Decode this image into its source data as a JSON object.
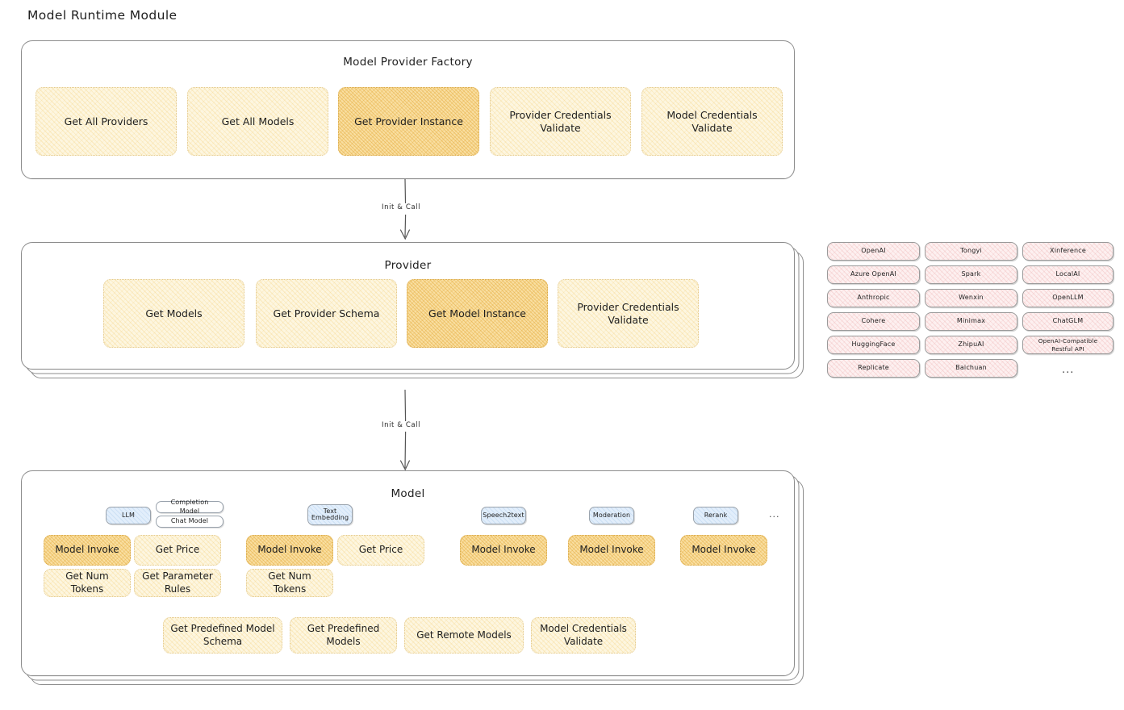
{
  "diagram": {
    "title": "Model Runtime Module"
  },
  "panels": {
    "factory": {
      "title": "Model Provider Factory",
      "nodes": [
        {
          "label": "Get All Providers",
          "state": "normal"
        },
        {
          "label": "Get All Models",
          "state": "normal"
        },
        {
          "label": "Get Provider Instance",
          "state": "highlighted"
        },
        {
          "label": "Provider Credentials Validate",
          "state": "normal"
        },
        {
          "label": "Model Credentials Validate",
          "state": "normal"
        }
      ]
    },
    "provider": {
      "title": "Provider",
      "nodes": [
        {
          "label": "Get Models",
          "state": "normal"
        },
        {
          "label": "Get Provider Schema",
          "state": "normal"
        },
        {
          "label": "Get Model Instance",
          "state": "highlighted"
        },
        {
          "label": "Provider Credentials Validate",
          "state": "normal"
        }
      ]
    },
    "model": {
      "title": "Model",
      "types": [
        {
          "tag": "LLM",
          "subtags": [
            "Completion Model",
            "Chat Model"
          ],
          "ops": [
            "Model Invoke",
            "Get Price",
            "Get Num Tokens",
            "Get Parameter Rules"
          ]
        },
        {
          "tag": "Text Embedding",
          "subtags": [],
          "ops": [
            "Model Invoke",
            "Get Price",
            "Get Num Tokens"
          ]
        },
        {
          "tag": "Speech2text",
          "subtags": [],
          "ops": [
            "Model Invoke"
          ]
        },
        {
          "tag": "Moderation",
          "subtags": [],
          "ops": [
            "Model Invoke"
          ]
        },
        {
          "tag": "Rerank",
          "subtags": [],
          "ops": [
            "Model Invoke"
          ]
        }
      ],
      "more": "...",
      "shared_ops": [
        "Get Predefined Model Schema",
        "Get Predefined Models",
        "Get Remote Models",
        "Model Credentials Validate"
      ]
    }
  },
  "arrows": [
    {
      "label": "Init & Call"
    },
    {
      "label": "Init & Call"
    }
  ],
  "provider_list": {
    "columns": [
      [
        "OpenAI",
        "Azure OpenAI",
        "Anthropic",
        "Cohere",
        "HuggingFace",
        "Replicate"
      ],
      [
        "Tongyi",
        "Spark",
        "Wenxin",
        "Minimax",
        "ZhipuAI",
        "Baichuan"
      ],
      [
        "Xinference",
        "LocalAI",
        "OpenLLM",
        "ChatGLM",
        "OpenAI-Compatible Restful API"
      ]
    ],
    "more": "..."
  },
  "colors": {
    "amber_fill": "#fdf6e0",
    "amber_highlight": "#f9dfa1",
    "rose_fill": "#fdf0f0",
    "blue_fill": "#e2eefb",
    "stroke": "#8d8d8d",
    "text": "#1e1e1e"
  }
}
